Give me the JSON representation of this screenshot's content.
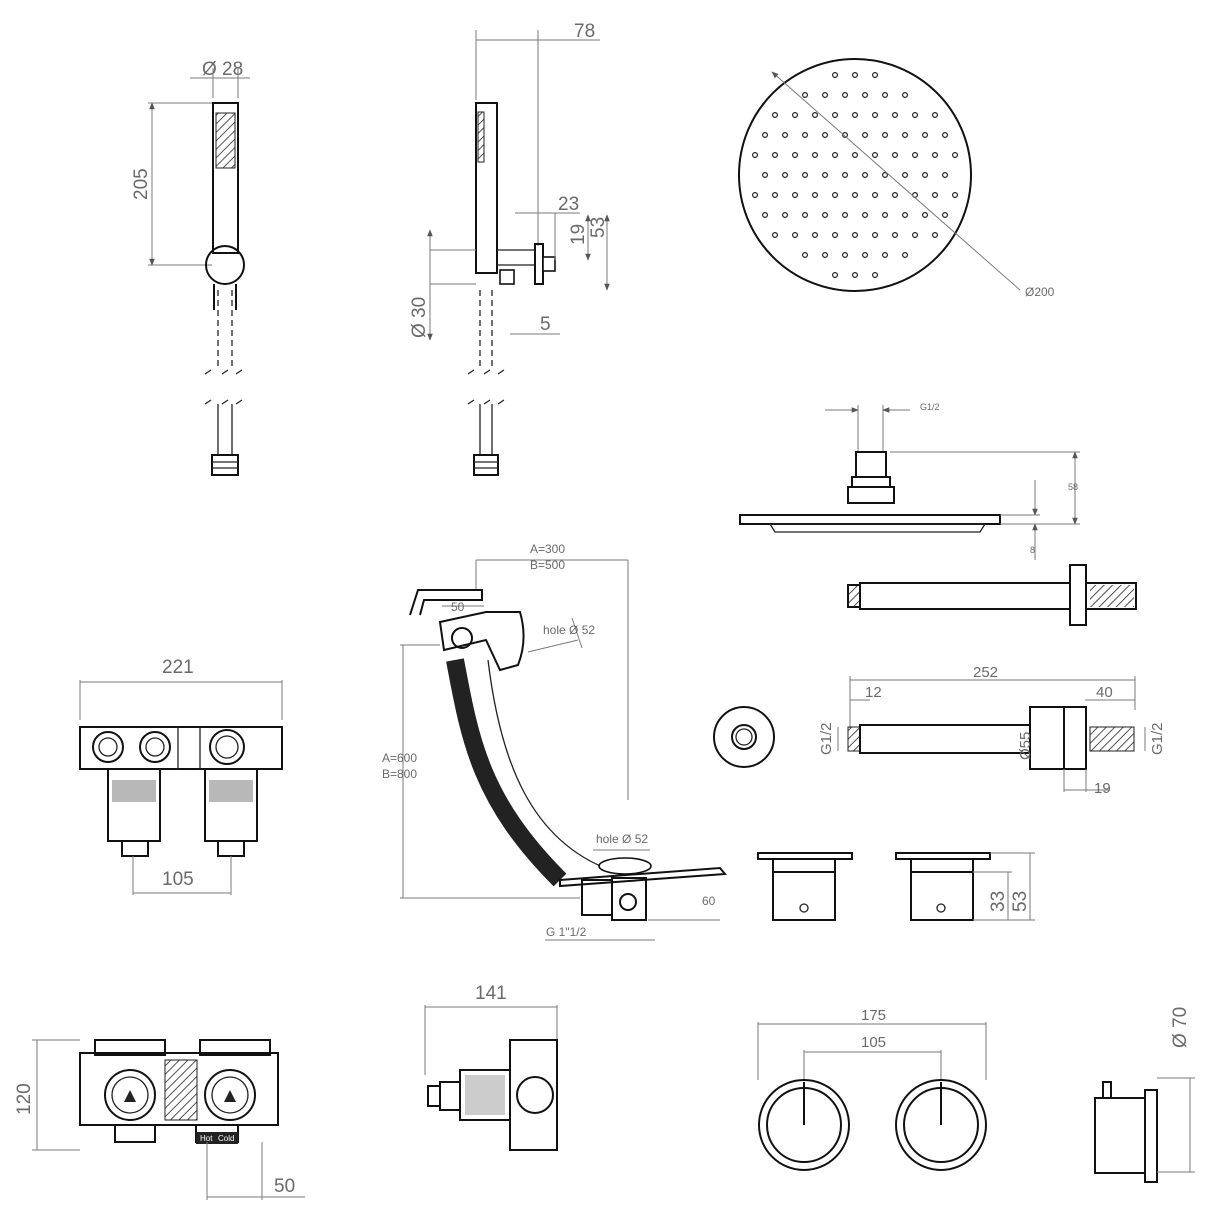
{
  "handset_front": {
    "diameter": "Ø 28",
    "height": "205"
  },
  "handset_side": {
    "depth": "78",
    "bracket_offset": "23",
    "dim_19": "19",
    "dim_53": "53",
    "dim_30": "Ø 30",
    "dim_5": "5"
  },
  "shower_head_round": {
    "diameter": "Ø200"
  },
  "shower_head_side": {
    "thread": "G1/2",
    "height": "58",
    "plate": "8"
  },
  "valve_front_double": {
    "width": "221",
    "centres": "105"
  },
  "bath_filler": {
    "reach_a": "A=300",
    "reach_b": "B=500",
    "overflow": "50",
    "hole_top": "hole Ø 52",
    "height_a": "A=600",
    "height_b": "B=800",
    "hole_waste": "hole Ø 52",
    "waste_height": "60",
    "waste_thread": "G 1\"1/2"
  },
  "shower_arm": {
    "length": "252",
    "nut": "12",
    "wall": "40",
    "thread_left": "G1/2",
    "flange": "Ø55",
    "thread_right": "G1/2",
    "flange_depth": "19"
  },
  "handle_side": {
    "dim_33": "33",
    "dim_53": "53"
  },
  "valve_top_double": {
    "height": "120",
    "depth": "50",
    "label_hot": "Hot",
    "label_cold": "Cold"
  },
  "valve_single": {
    "width": "141"
  },
  "faceplates": {
    "overall": "175",
    "centres": "105"
  },
  "control_side": {
    "diameter": "Ø 70"
  }
}
